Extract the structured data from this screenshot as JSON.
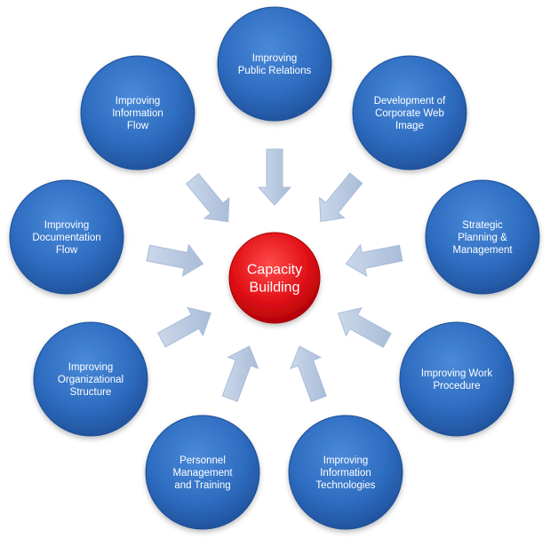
{
  "center": {
    "label_lines": [
      "Capacity",
      "Building"
    ]
  },
  "nodes": [
    {
      "id": "public-relations",
      "label_lines": [
        "Improving",
        "Public Relations"
      ]
    },
    {
      "id": "corporate-web-image",
      "label_lines": [
        "Development of",
        "Corporate Web",
        "Image"
      ]
    },
    {
      "id": "strategic-planning",
      "label_lines": [
        "Strategic",
        "Planning &",
        "Management"
      ]
    },
    {
      "id": "work-procedure",
      "label_lines": [
        "Improving Work",
        "Procedure"
      ]
    },
    {
      "id": "information-technologies",
      "label_lines": [
        "Improving",
        "Information",
        "Technologies"
      ]
    },
    {
      "id": "personnel-management",
      "label_lines": [
        "Personnel",
        "Management",
        "and Training"
      ]
    },
    {
      "id": "organizational-structure",
      "label_lines": [
        "Improving",
        "Organizational",
        "Structure"
      ]
    },
    {
      "id": "documentation-flow",
      "label_lines": [
        "Improving",
        "Documentation",
        "Flow"
      ]
    },
    {
      "id": "information-flow",
      "label_lines": [
        "Improving",
        "Information",
        "Flow"
      ]
    }
  ],
  "colors": {
    "node_fill": "#2e6cc0",
    "node_fill_light": "#4a8ad8",
    "node_fill_dark": "#1f4f97",
    "node_text": "#ffffff",
    "center_fill": "#e01016",
    "center_fill_light": "#ff4a4a",
    "center_fill_dark": "#a80006",
    "center_text": "#ffffff",
    "arrow_fill": "#a9bcd8",
    "arrow_fill_light": "#cbd8ea"
  }
}
